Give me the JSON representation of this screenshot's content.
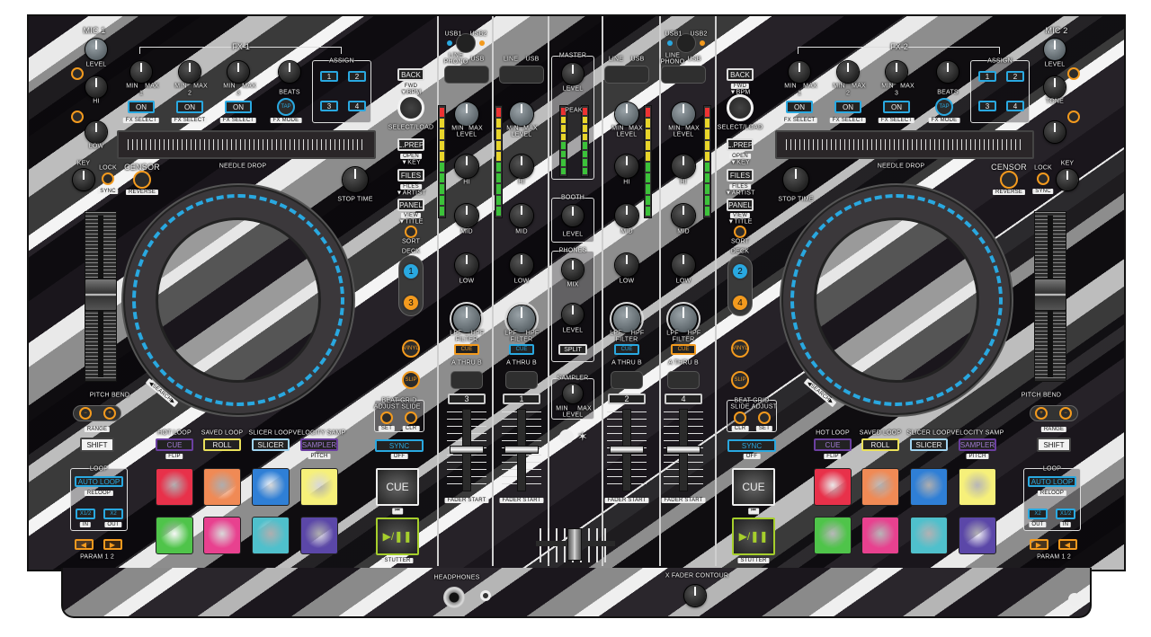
{
  "colors": {
    "blue": "#29a8e0",
    "orange": "#f39a1e",
    "lime": "#a6cf2c",
    "purple": "#6b3fa0",
    "yellow": "#e9e05a",
    "slicer": "#9fd3f0"
  },
  "common": {
    "min": "MIN",
    "max": "MAX",
    "level": "LEVEL",
    "beats": "BEATS",
    "tap": "TAP",
    "fx_mode": "FX MODE",
    "fx_select": "FX SELECT",
    "on": "ON",
    "assign": "ASSIGN",
    "needle_drop": "NEEDLE DROP",
    "back": "BACK",
    "fwd": "FWD",
    "bpm": "▼BPM",
    "select_load": "SELECT/LOAD",
    "lprep": "L.PREP",
    "open": "OPEN",
    "key_sort": "▼KEY",
    "files": "FILES",
    "files_sub": "FILES",
    "artist": "▼ARTIST",
    "panel": "PANEL",
    "view": "VIEW",
    "title": "▼TITLE",
    "sort": "SORT",
    "deck": "DECK",
    "vinyl": "VINYL",
    "slip": "SLIP",
    "beat_grid": "BEAT GRID",
    "adjust": "ADJUST",
    "slide": "SLIDE",
    "set": "SET",
    "clr": "CLR",
    "sync": "SYNC",
    "off": "OFF",
    "cue": "CUE",
    "cue_sub": "⏮",
    "play": "▶/❚❚",
    "stutter": "STUTTER",
    "key": "KEY",
    "lock": "LOCK",
    "key_sync": "SYNC",
    "censor": "CENSOR",
    "reverse": "REVERSE",
    "stop_time": "STOP TIME",
    "pitch_bend": "PITCH BEND",
    "minus": "−",
    "plus": "+",
    "range": "RANGE",
    "shift": "SHIFT",
    "search": "◀SEARCH▶",
    "modes": [
      {
        "top": "HOT LOOP",
        "label": "CUE",
        "sub": "FLIP"
      },
      {
        "top": "SAVED LOOP",
        "label": "ROLL",
        "sub": ""
      },
      {
        "top": "SLICER LOOP",
        "label": "SLICER",
        "sub": ""
      },
      {
        "top": "VELOCITY SAMP",
        "label": "SAMPLER",
        "sub": "PITCH"
      }
    ],
    "pad_colors": [
      "#e8314a",
      "#f08a55",
      "#2f7fd6",
      "#f6f07a",
      "#4fc44a",
      "#e8418f",
      "#4fc0cc",
      "#5b47a8"
    ],
    "loop": "LOOP",
    "auto_loop": "AUTO LOOP",
    "reloop": "RELOOP",
    "half": "X1/2",
    "double": "X2",
    "in": "IN",
    "out": "OUT",
    "param_left": "◀",
    "param_right": "▶",
    "param": "PARAM 1 2"
  },
  "decks": [
    {
      "mic": "MIC 1",
      "fx": "FX 1",
      "fx_units": [
        "1",
        "2",
        "3"
      ],
      "assign_buttons": [
        "1",
        "2",
        "3",
        "4"
      ],
      "mic_knobs": [
        "HI",
        "LOW"
      ],
      "deck_top": "1",
      "deck_bottom": "3"
    },
    {
      "mic": "MIC 2",
      "fx": "FX 2",
      "fx_units": [
        "1",
        "2",
        "3"
      ],
      "assign_buttons": [
        "1",
        "2",
        "3",
        "4"
      ],
      "mic_knobs": [
        "TONE",
        ""
      ],
      "deck_top": "2",
      "deck_bottom": "4"
    }
  ],
  "mixer": {
    "usb1": "USB1",
    "usb2": "USB2",
    "input_labels": [
      "LINE",
      "PHONO",
      "USB"
    ],
    "channels": [
      {
        "number": "3",
        "cue_color": "#f39a1e"
      },
      {
        "number": "1",
        "cue_color": "#29a8e0"
      },
      {
        "number": "2",
        "cue_color": "#29a8e0"
      },
      {
        "number": "4",
        "cue_color": "#f39a1e"
      }
    ],
    "hi": "HI",
    "mid": "MID",
    "low": "LOW",
    "filter": "FILTER",
    "lpf": "LPF",
    "hpf": "HPF",
    "cue": "CUE",
    "thru": "A THRU B",
    "fader_start": "FADER START",
    "master": "MASTER",
    "peak": "PEAK",
    "booth": "BOOTH",
    "phones": "PHONES",
    "mix": "MIX",
    "level": "LEVEL",
    "split": "SPLIT",
    "sampler": "SAMPLER",
    "min": "MIN",
    "max": "MAX",
    "headphones": "HEADPHONES",
    "xfader_contour": "X FADER CONTOUR"
  }
}
